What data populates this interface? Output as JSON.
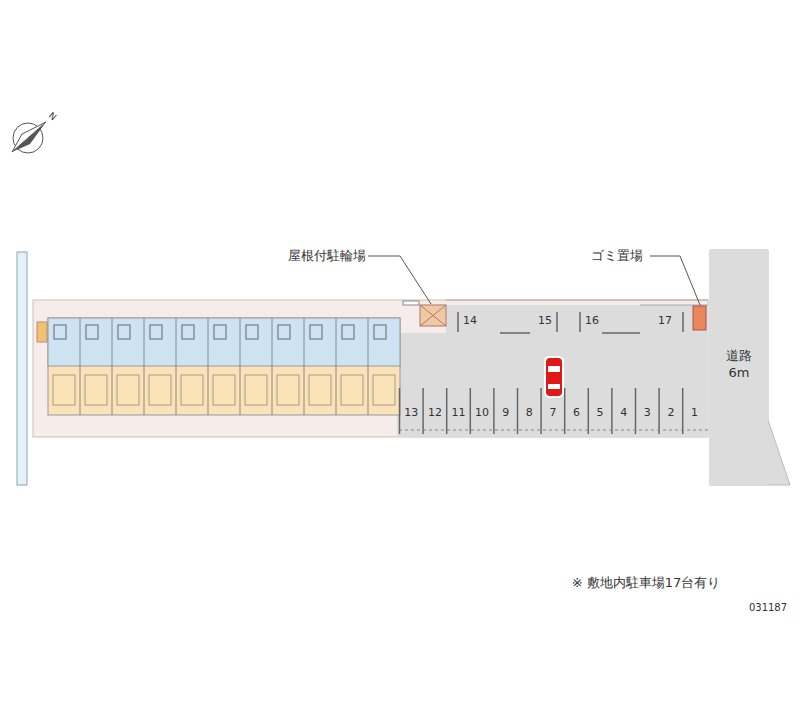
{
  "diagram": {
    "nodes": [
      {
        "text": [
          "道路 6m"
        ]
      }
    ],
    "labels": [
      "屋根付駐輪場",
      "ゴミ置場",
      "14",
      "15",
      "16",
      "17",
      "13",
      "12",
      "11",
      "10",
      "9",
      "8",
      "7",
      "6",
      "5",
      "4",
      "3",
      "2",
      "1",
      "※ 敷地内駐車場17台有り",
      "031187",
      "N"
    ]
  }
}
